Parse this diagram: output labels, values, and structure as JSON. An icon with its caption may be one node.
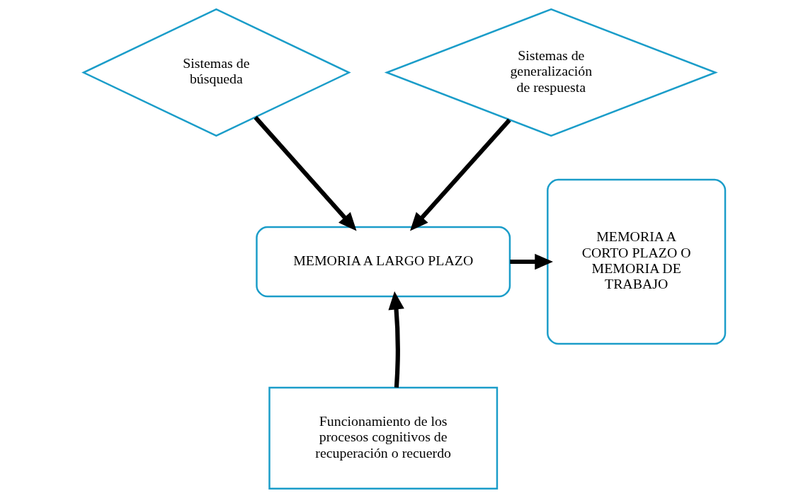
{
  "diagram": {
    "nodes": [
      {
        "text": [
          "Sistemas de búsqueda"
        ]
      },
      {
        "text": [
          "Sistemas de generalización de respuesta"
        ]
      },
      {
        "text": [
          "MEMORIA A LARGO PLAZO"
        ]
      },
      {
        "text": [
          "MEMORIA A CORTO PLAZO O MEMORIA DE TRABAJO"
        ]
      },
      {
        "text": [
          "Funcionamiento de los procesos cognitivos de recuperación o recuerdo"
        ]
      }
    ],
    "edges": [
      {
        "from": 0,
        "to": 2,
        "arrow": "to"
      },
      {
        "from": 1,
        "to": 2,
        "arrow": "to"
      },
      {
        "from": 2,
        "to": 3,
        "arrow": "to"
      },
      {
        "from": 4,
        "to": 2,
        "arrow": "to"
      }
    ]
  }
}
